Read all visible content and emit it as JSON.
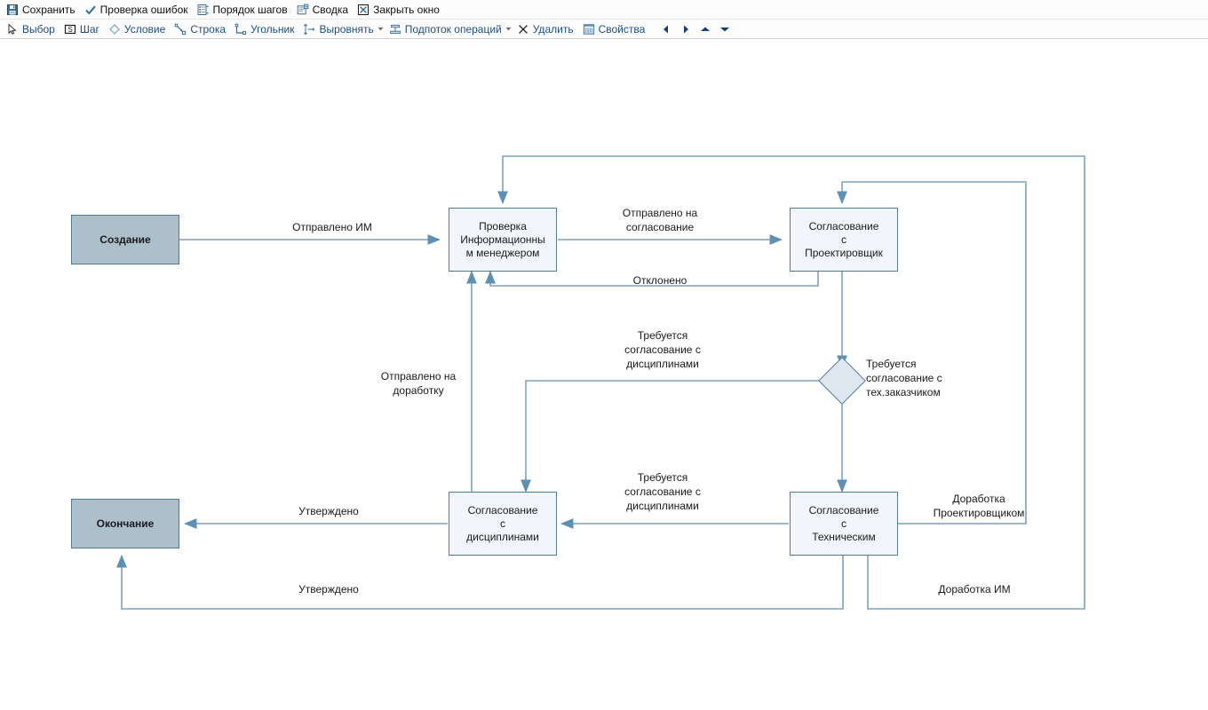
{
  "toolbar": {
    "row1": [
      {
        "icon": "save-icon",
        "label": "Сохранить"
      },
      {
        "icon": "check-icon",
        "label": "Проверка ошибок"
      },
      {
        "icon": "steps-order-icon",
        "label": "Порядок шагов"
      },
      {
        "icon": "summary-icon",
        "label": "Сводка"
      },
      {
        "icon": "close-window-icon",
        "label": "Закрыть окно"
      }
    ],
    "row2": [
      {
        "icon": "cursor-icon",
        "label": "Выбор"
      },
      {
        "icon": "step-icon",
        "label": "Шаг"
      },
      {
        "icon": "condition-icon",
        "label": "Условие"
      },
      {
        "icon": "line-icon",
        "label": "Строка"
      },
      {
        "icon": "elbow-icon",
        "label": "Угольник"
      },
      {
        "icon": "align-icon",
        "label": "Выровнять",
        "caret": true
      },
      {
        "icon": "subflow-icon",
        "label": "Подпоток операций",
        "caret": true
      },
      {
        "icon": "delete-icon",
        "label": "Удалить"
      },
      {
        "icon": "properties-icon",
        "label": "Свойства"
      }
    ],
    "nav": [
      {
        "icon": "nav-left-icon"
      },
      {
        "icon": "nav-right-icon"
      },
      {
        "icon": "nav-up-icon"
      },
      {
        "icon": "nav-down-icon"
      }
    ]
  },
  "colors": {
    "terminal_fill": "#adbfcb",
    "task_fill": "#f2f6fa",
    "diamond_fill": "#dfe8f0",
    "node_border": "#4d7d9b",
    "edge": "#7ba3bd",
    "toolbar_accent": "#1c4f82"
  },
  "diagram": {
    "nodes": [
      {
        "id": "start",
        "label": "Создание",
        "type": "terminal"
      },
      {
        "id": "check_im",
        "label": "Проверка\nИнформационны\nм менеджером",
        "type": "task"
      },
      {
        "id": "designer",
        "label": "Согласование\nс\nПроектировщик",
        "type": "task"
      },
      {
        "id": "decision",
        "label": "",
        "type": "decision"
      },
      {
        "id": "disciplines",
        "label": "Согласование\nс\nдисциплинами",
        "type": "task"
      },
      {
        "id": "technical",
        "label": "Согласование\nс\nТехническим",
        "type": "task"
      },
      {
        "id": "end",
        "label": "Окончание",
        "type": "terminal"
      }
    ],
    "edge_labels": [
      {
        "id": "sent_im",
        "text": "Отправлено ИМ"
      },
      {
        "id": "sent_approval",
        "text": "Отправлено на\nсогласование"
      },
      {
        "id": "rejected",
        "text": "Отклонено"
      },
      {
        "id": "sent_rework",
        "text": "Отправлено на\nдоработку"
      },
      {
        "id": "need_disc_top",
        "text": "Требуется\nсогласование с\nдисциплинами"
      },
      {
        "id": "need_customer",
        "text": "Требуется\nсогласование с\nтех.заказчиком"
      },
      {
        "id": "need_disc_bottom",
        "text": "Требуется\nсогласование с\nдисциплинами"
      },
      {
        "id": "rework_designer",
        "text": "Доработка\nПроектировщиком"
      },
      {
        "id": "approved_mid",
        "text": "Утверждено"
      },
      {
        "id": "approved_bottom",
        "text": "Утверждено"
      },
      {
        "id": "rework_im",
        "text": "Доработка ИМ"
      }
    ]
  }
}
